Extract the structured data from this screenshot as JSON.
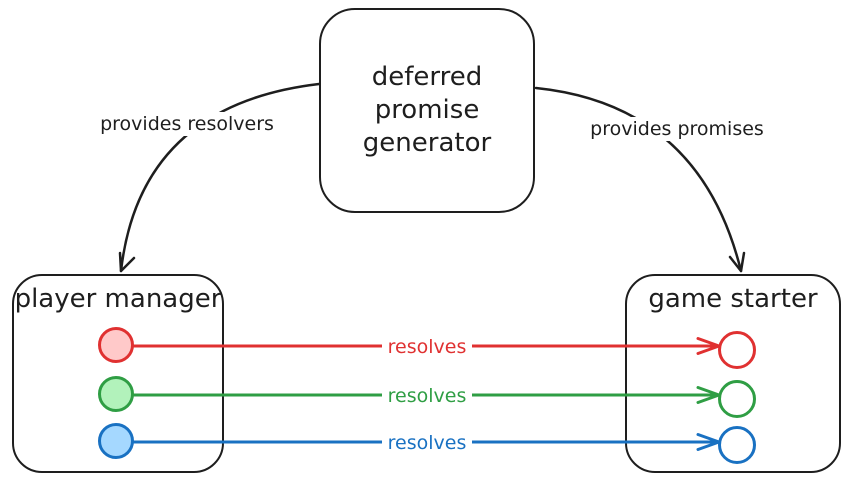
{
  "diagram": {
    "background": "#ffffff",
    "ink_color": "#1e1e1e",
    "generator": {
      "label": "deferred promise generator"
    },
    "provides_resolvers": {
      "label": "provides resolvers"
    },
    "provides_promises": {
      "label": "provides promises"
    },
    "player_manager": {
      "title": "player manager"
    },
    "game_starter": {
      "title": "game starter"
    },
    "channels": [
      {
        "label": "resolves",
        "color": "#e03131",
        "fill": "#ffc9c9"
      },
      {
        "label": "resolves",
        "color": "#2f9e44",
        "fill": "#b2f2bb"
      },
      {
        "label": "resolves",
        "color": "#1971c2",
        "fill": "#a5d8ff"
      }
    ]
  }
}
